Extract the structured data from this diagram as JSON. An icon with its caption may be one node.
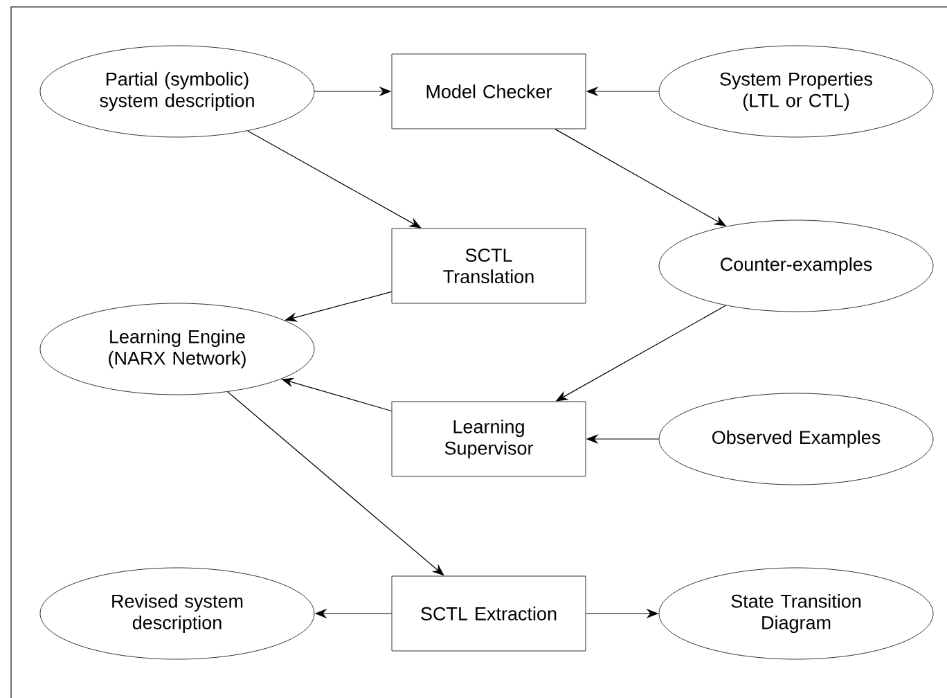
{
  "diagram": {
    "nodes": [
      {
        "text": [
          "Partial (symbolic) system description"
        ]
      },
      {
        "text": [
          "Model Checker"
        ]
      },
      {
        "text": [
          "System Properties (LTL or CTL)"
        ]
      },
      {
        "text": [
          "SCTL Translation"
        ]
      },
      {
        "text": [
          "Counter-examples"
        ]
      },
      {
        "text": [
          "Learning Engine (NARX Network)"
        ]
      },
      {
        "text": [
          "Learning Supervisor"
        ]
      },
      {
        "text": [
          "Observed Examples"
        ]
      },
      {
        "text": [
          "Revised system description"
        ]
      },
      {
        "text": [
          "SCTL Extraction"
        ]
      },
      {
        "text": [
          "State Transition Diagram"
        ]
      }
    ],
    "edges": [
      {
        "from": 0,
        "to": 1,
        "arrow": "to"
      },
      {
        "from": 2,
        "to": 1,
        "arrow": "to"
      },
      {
        "from": 0,
        "to": 3,
        "arrow": "to"
      },
      {
        "from": 1,
        "to": 4,
        "arrow": "to"
      },
      {
        "from": 3,
        "to": 5,
        "arrow": "to"
      },
      {
        "from": 4,
        "to": 6,
        "arrow": "to"
      },
      {
        "from": 6,
        "to": 5,
        "arrow": "to"
      },
      {
        "from": 7,
        "to": 6,
        "arrow": "to"
      },
      {
        "from": 5,
        "to": 9,
        "arrow": "to"
      },
      {
        "from": 9,
        "to": 8,
        "arrow": "to"
      },
      {
        "from": 9,
        "to": 10,
        "arrow": "to"
      }
    ]
  }
}
